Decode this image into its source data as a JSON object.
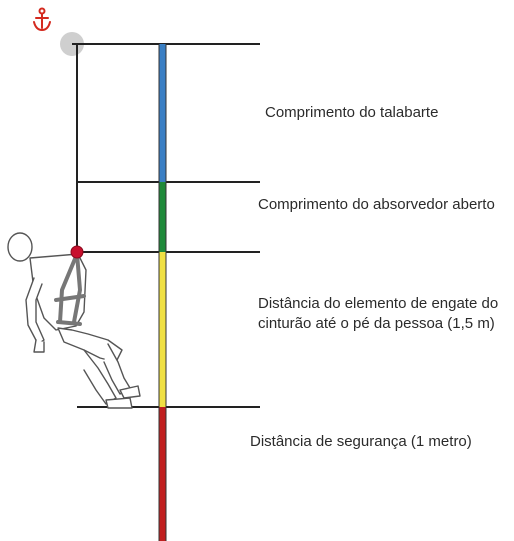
{
  "labels": {
    "lanyard": "Comprimento do talabarte",
    "absorber": "Comprimento do absorvedor aberto",
    "harness": "Distância do elemento de engate do cinturão até o pé da pessoa (1,5 m)",
    "safety": "Distância de segurança (1 metro)"
  },
  "segment_colors": {
    "lanyard": "#3a7fc4",
    "absorber": "#1f8a3a",
    "harness": "#f0e043",
    "safety": "#c01f1f"
  },
  "icons": {
    "anchor": "anchor-icon",
    "attachment": "attachment-point-icon",
    "person": "fallen-worker-icon"
  }
}
